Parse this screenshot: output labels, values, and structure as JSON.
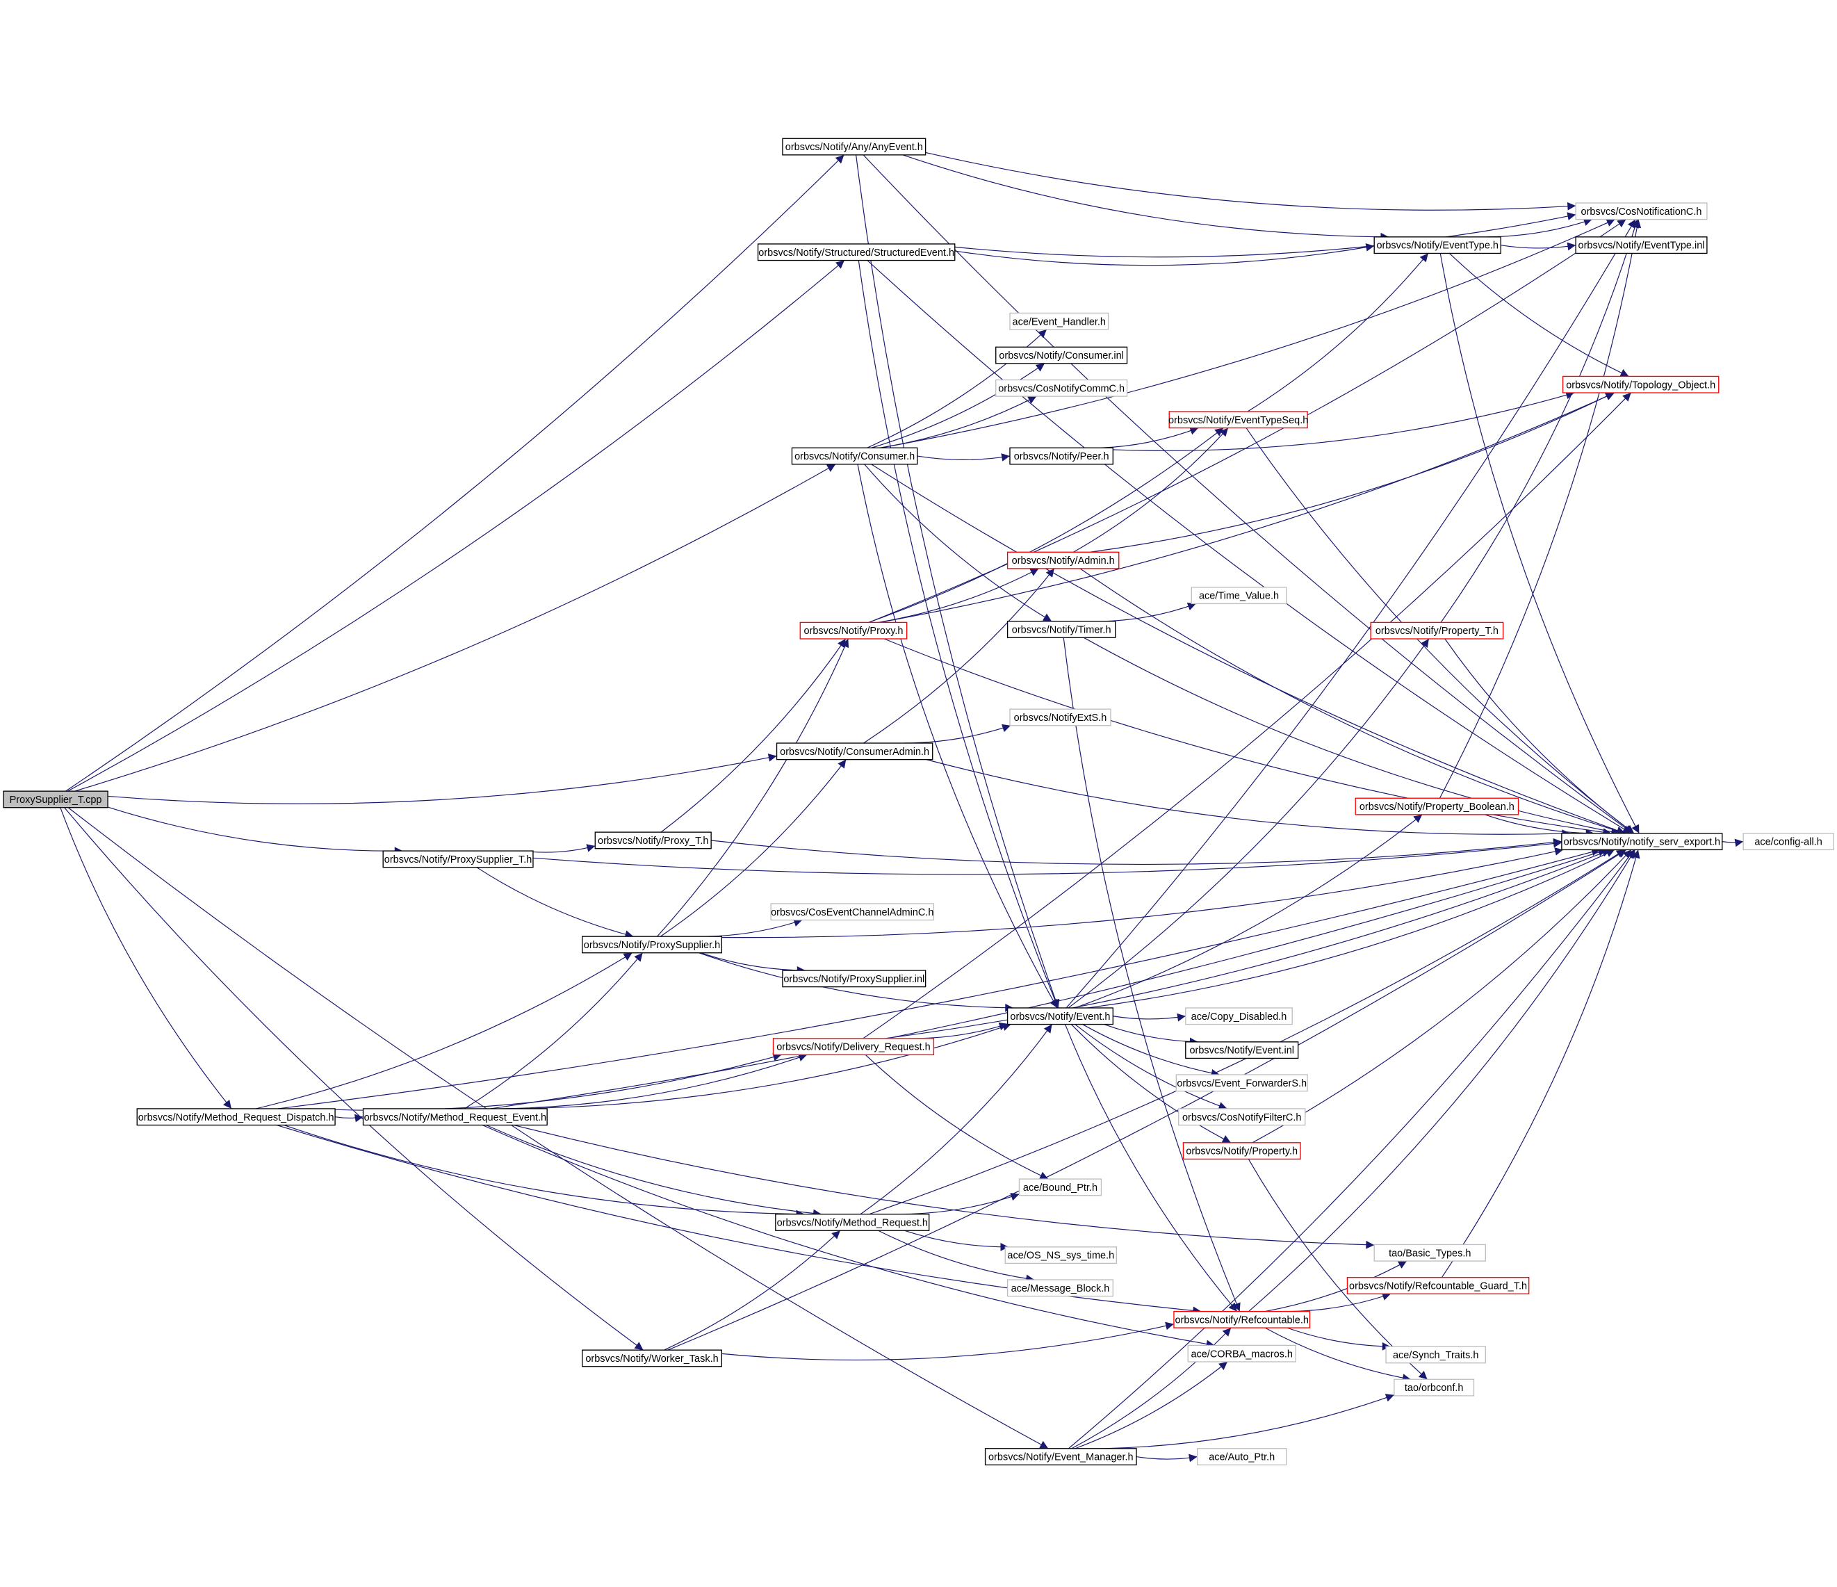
{
  "title": "ProxySupplier_T.cpp include dependency graph",
  "colors": {
    "edge": "#191970",
    "root_fill": "#bfbfbf",
    "normal_border": "#000000",
    "gray_border": "#bfbfbf",
    "red_border": "#ff0000"
  },
  "nodes": [
    {
      "label": "ProxySupplier_T.cpp",
      "style": "root"
    },
    {
      "label": "orbsvcs/Notify/Any/AnyEvent.h",
      "style": "normal"
    },
    {
      "label": "orbsvcs/Notify/Structured/StructuredEvent.h",
      "style": "normal"
    },
    {
      "label": "orbsvcs/Notify/Consumer.h",
      "style": "normal"
    },
    {
      "label": "orbsvcs/Notify/ConsumerAdmin.h",
      "style": "normal"
    },
    {
      "label": "orbsvcs/Notify/ProxySupplier_T.h",
      "style": "normal"
    },
    {
      "label": "orbsvcs/Notify/Proxy_T.h",
      "style": "normal"
    },
    {
      "label": "orbsvcs/Notify/ProxySupplier.h",
      "style": "normal"
    },
    {
      "label": "orbsvcs/Notify/Method_Request_Dispatch.h",
      "style": "normal"
    },
    {
      "label": "orbsvcs/Notify/Method_Request_Event.h",
      "style": "normal"
    },
    {
      "label": "orbsvcs/Notify/Method_Request.h",
      "style": "normal"
    },
    {
      "label": "orbsvcs/Notify/Worker_Task.h",
      "style": "normal"
    },
    {
      "label": "orbsvcs/Notify/Event_Manager.h",
      "style": "normal"
    },
    {
      "label": "orbsvcs/Notify/Proxy.h",
      "style": "red"
    },
    {
      "label": "orbsvcs/Notify/Delivery_Request.h",
      "style": "red"
    },
    {
      "label": "orbsvcs/Notify/Event.h",
      "style": "normal"
    },
    {
      "label": "orbsvcs/Notify/Admin.h",
      "style": "red"
    },
    {
      "label": "orbsvcs/Notify/Timer.h",
      "style": "normal"
    },
    {
      "label": "orbsvcs/Notify/Peer.h",
      "style": "normal"
    },
    {
      "label": "ace/Event_Handler.h",
      "style": "gray"
    },
    {
      "label": "orbsvcs/Notify/Consumer.inl",
      "style": "normal"
    },
    {
      "label": "orbsvcs/CosNotifyCommC.h",
      "style": "gray"
    },
    {
      "label": "ace/Time_Value.h",
      "style": "gray"
    },
    {
      "label": "orbsvcs/NotifyExtS.h",
      "style": "gray"
    },
    {
      "label": "orbsvcs/CosEventChannelAdminC.h",
      "style": "gray"
    },
    {
      "label": "orbsvcs/Notify/ProxySupplier.inl",
      "style": "normal"
    },
    {
      "label": "ace/Copy_Disabled.h",
      "style": "gray"
    },
    {
      "label": "orbsvcs/Notify/Event.inl",
      "style": "normal"
    },
    {
      "label": "orbsvcs/Event_ForwarderS.h",
      "style": "gray"
    },
    {
      "label": "orbsvcs/CosNotifyFilterC.h",
      "style": "gray"
    },
    {
      "label": "orbsvcs/Notify/Property.h",
      "style": "red"
    },
    {
      "label": "ace/Bound_Ptr.h",
      "style": "gray"
    },
    {
      "label": "ace/OS_NS_sys_time.h",
      "style": "gray"
    },
    {
      "label": "ace/Message_Block.h",
      "style": "gray"
    },
    {
      "label": "orbsvcs/Notify/Refcountable.h",
      "style": "red"
    },
    {
      "label": "ace/CORBA_macros.h",
      "style": "gray"
    },
    {
      "label": "ace/Auto_Ptr.h",
      "style": "gray"
    },
    {
      "label": "tao/Basic_Types.h",
      "style": "gray"
    },
    {
      "label": "orbsvcs/Notify/Refcountable_Guard_T.h",
      "style": "red"
    },
    {
      "label": "ace/Synch_Traits.h",
      "style": "gray"
    },
    {
      "label": "tao/orbconf.h",
      "style": "gray"
    },
    {
      "label": "orbsvcs/Notify/EventType.h",
      "style": "normal"
    },
    {
      "label": "orbsvcs/CosNotificationC.h",
      "style": "gray"
    },
    {
      "label": "orbsvcs/Notify/EventType.inl",
      "style": "normal"
    },
    {
      "label": "orbsvcs/Notify/Topology_Object.h",
      "style": "red"
    },
    {
      "label": "orbsvcs/Notify/EventTypeSeq.h",
      "style": "red"
    },
    {
      "label": "orbsvcs/Notify/Property_T.h",
      "style": "red"
    },
    {
      "label": "orbsvcs/Notify/Property_Boolean.h",
      "style": "red"
    },
    {
      "label": "orbsvcs/Notify/notify_serv_export.h",
      "style": "normal"
    },
    {
      "label": "ace/config-all.h",
      "style": "gray"
    }
  ],
  "edges": [
    [
      0,
      1
    ],
    [
      0,
      2
    ],
    [
      0,
      3
    ],
    [
      0,
      4
    ],
    [
      0,
      5
    ],
    [
      0,
      8
    ],
    [
      0,
      11
    ],
    [
      0,
      12
    ],
    [
      1,
      42
    ],
    [
      1,
      41
    ],
    [
      1,
      48
    ],
    [
      1,
      15
    ],
    [
      2,
      42
    ],
    [
      2,
      41
    ],
    [
      2,
      48
    ],
    [
      2,
      15
    ],
    [
      3,
      19
    ],
    [
      3,
      20
    ],
    [
      3,
      21
    ],
    [
      3,
      18
    ],
    [
      3,
      42
    ],
    [
      3,
      48
    ],
    [
      3,
      15
    ],
    [
      3,
      17
    ],
    [
      18,
      45
    ],
    [
      18,
      44
    ],
    [
      13,
      16
    ],
    [
      13,
      45
    ],
    [
      13,
      42
    ],
    [
      13,
      44
    ],
    [
      13,
      48
    ],
    [
      16,
      45
    ],
    [
      16,
      44
    ],
    [
      16,
      48
    ],
    [
      17,
      22
    ],
    [
      17,
      48
    ],
    [
      17,
      34
    ],
    [
      45,
      41
    ],
    [
      45,
      48
    ],
    [
      41,
      42
    ],
    [
      41,
      43
    ],
    [
      41,
      44
    ],
    [
      41,
      48
    ],
    [
      4,
      23
    ],
    [
      4,
      48
    ],
    [
      4,
      16
    ],
    [
      5,
      6
    ],
    [
      5,
      48
    ],
    [
      5,
      7
    ],
    [
      6,
      13
    ],
    [
      6,
      48
    ],
    [
      7,
      24
    ],
    [
      7,
      25
    ],
    [
      7,
      15
    ],
    [
      7,
      48
    ],
    [
      7,
      13
    ],
    [
      7,
      4
    ],
    [
      8,
      9
    ],
    [
      8,
      7
    ],
    [
      8,
      14
    ],
    [
      8,
      10
    ],
    [
      8,
      34
    ],
    [
      8,
      48
    ],
    [
      9,
      7
    ],
    [
      9,
      14
    ],
    [
      9,
      15
    ],
    [
      9,
      10
    ],
    [
      9,
      37
    ],
    [
      9,
      48
    ],
    [
      9,
      35
    ],
    [
      14,
      15
    ],
    [
      14,
      31
    ],
    [
      14,
      48
    ],
    [
      14,
      44
    ],
    [
      10,
      31
    ],
    [
      10,
      32
    ],
    [
      10,
      33
    ],
    [
      10,
      15
    ],
    [
      10,
      48
    ],
    [
      11,
      10
    ],
    [
      11,
      34
    ],
    [
      11,
      48
    ],
    [
      12,
      34
    ],
    [
      12,
      35
    ],
    [
      12,
      36
    ],
    [
      12,
      40
    ],
    [
      12,
      48
    ],
    [
      15,
      26
    ],
    [
      15,
      27
    ],
    [
      15,
      28
    ],
    [
      15,
      29
    ],
    [
      15,
      30
    ],
    [
      15,
      34
    ],
    [
      15,
      46
    ],
    [
      15,
      47
    ],
    [
      15,
      42
    ],
    [
      15,
      48
    ],
    [
      30,
      48
    ],
    [
      30,
      40
    ],
    [
      46,
      42
    ],
    [
      46,
      48
    ],
    [
      47,
      42
    ],
    [
      47,
      48
    ],
    [
      34,
      37
    ],
    [
      34,
      38
    ],
    [
      34,
      39
    ],
    [
      34,
      40
    ],
    [
      34,
      48
    ],
    [
      38,
      48
    ],
    [
      48,
      49
    ]
  ]
}
